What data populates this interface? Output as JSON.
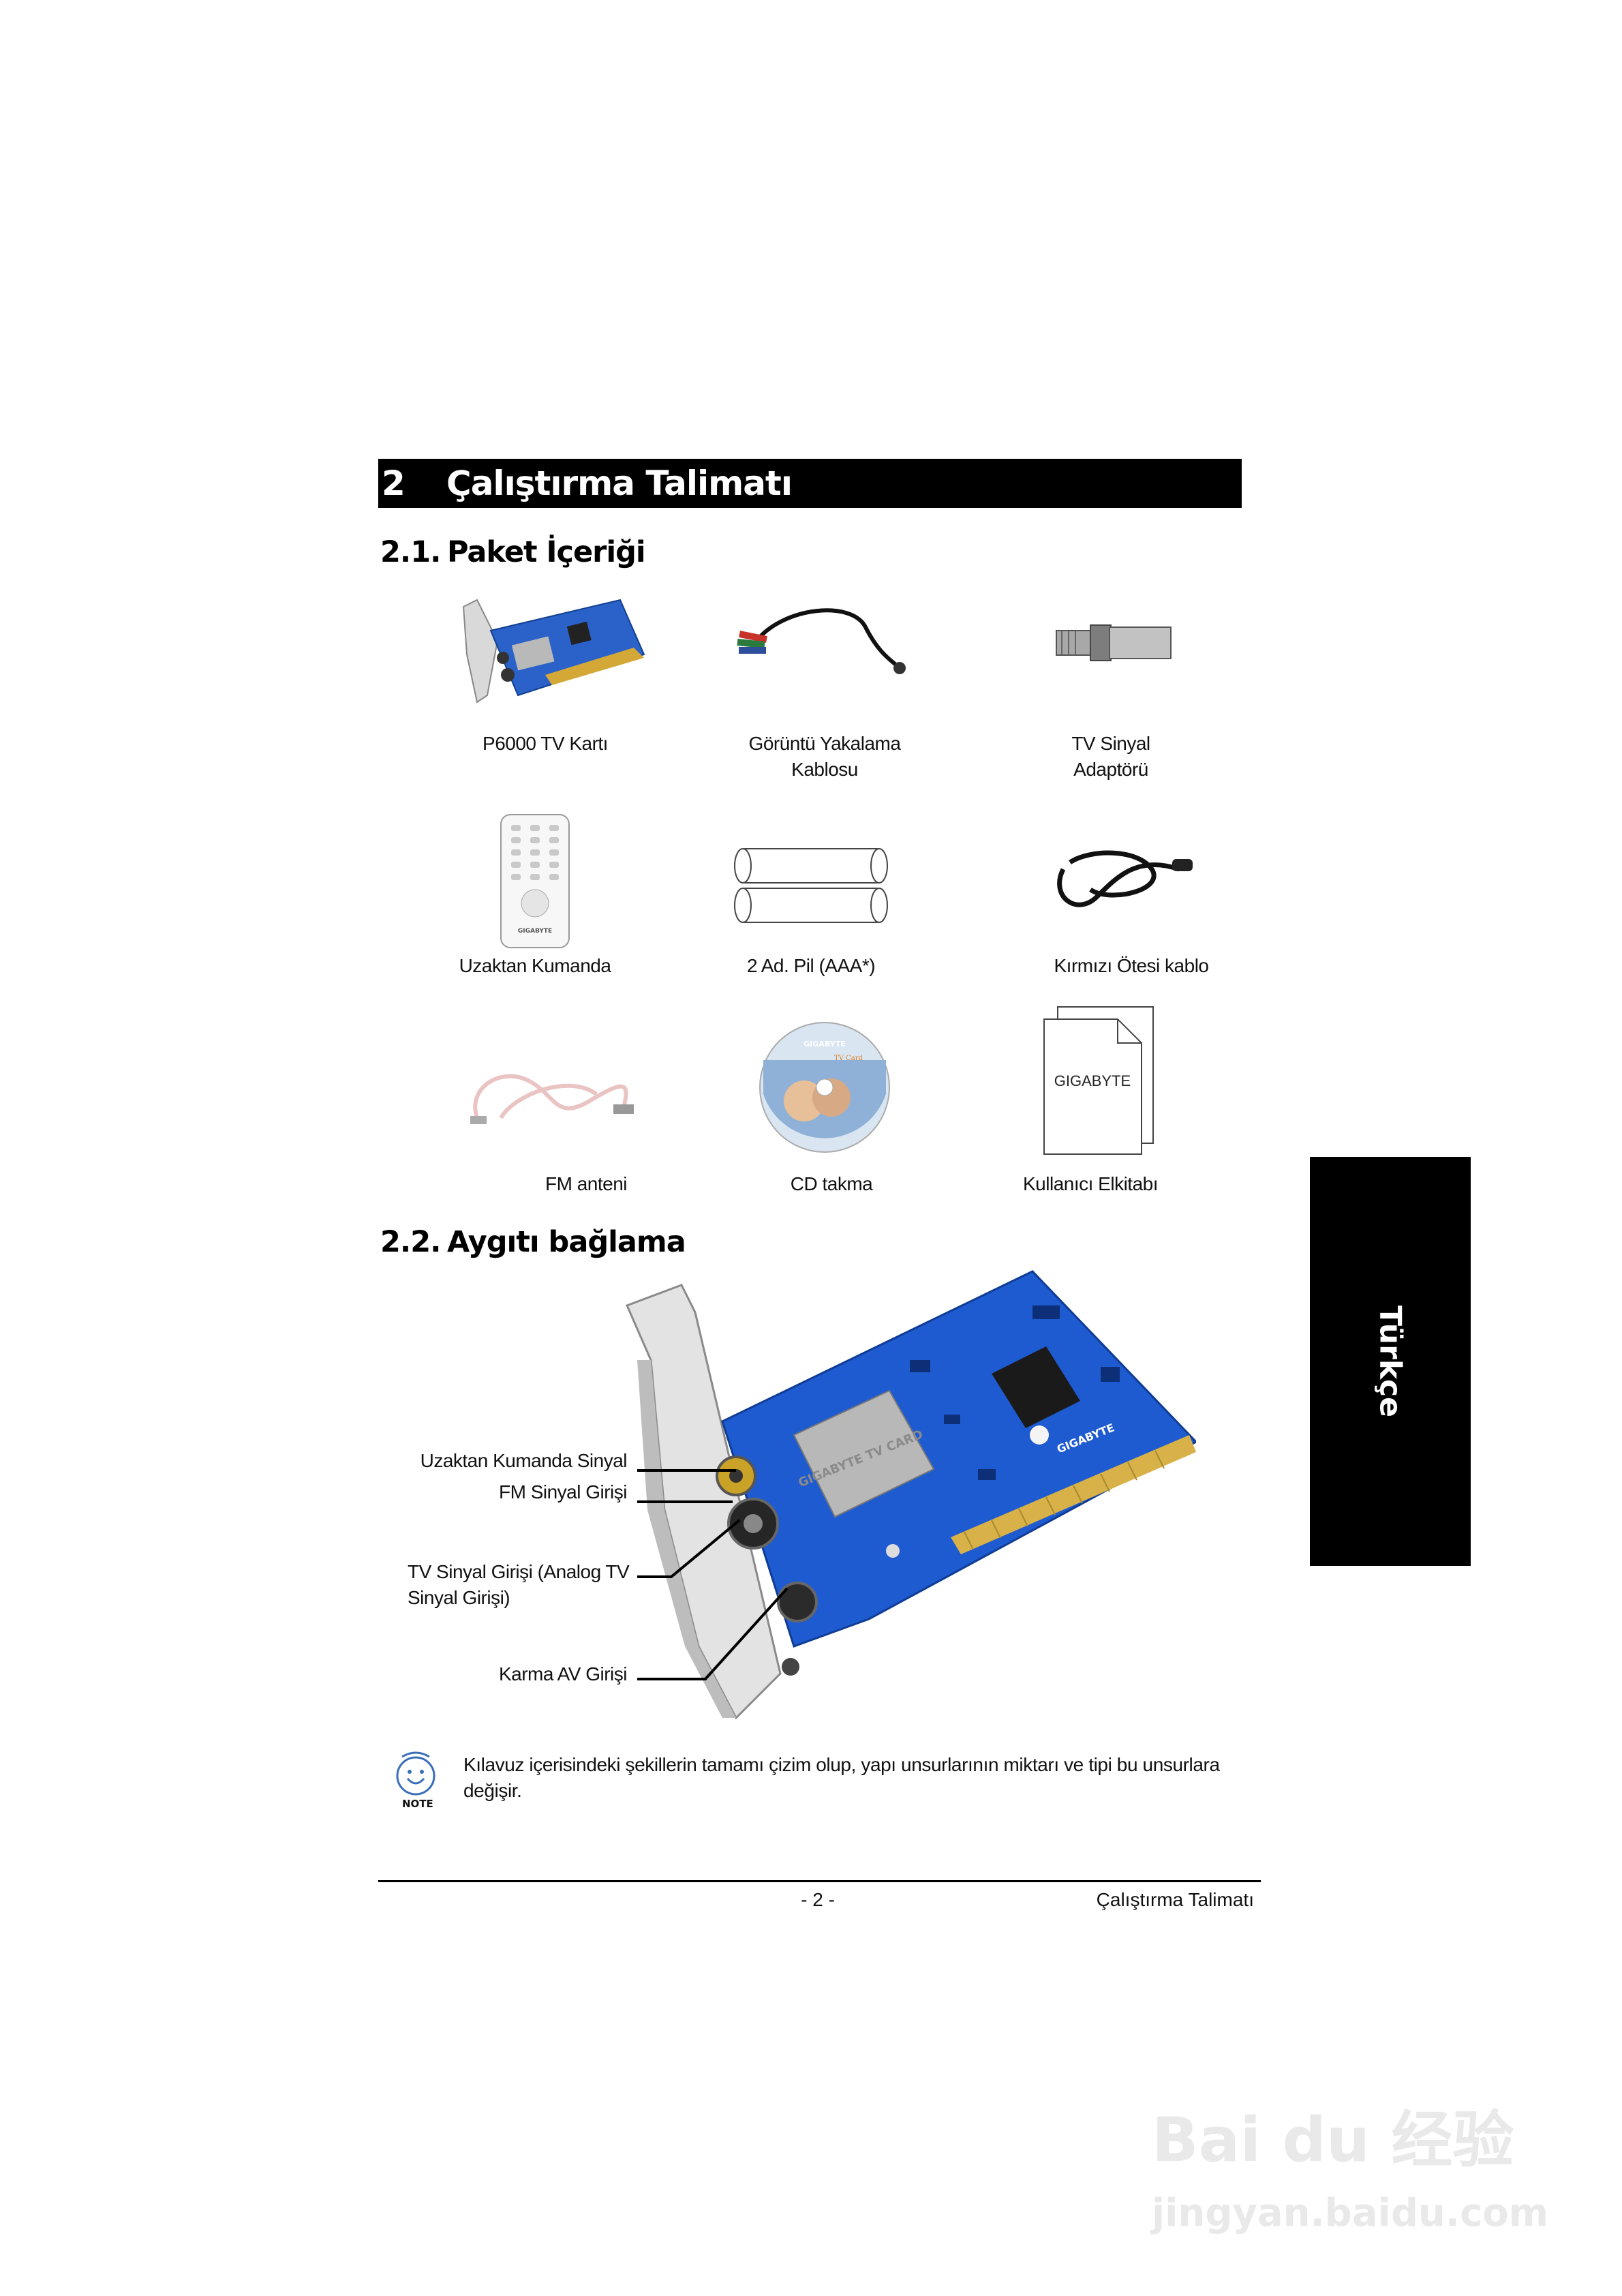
{
  "chapter": {
    "number": "2",
    "title": "Çalıştırma Talimatı"
  },
  "section1": {
    "number": "2.1.",
    "title": "Paket İçeriği"
  },
  "section2": {
    "number": "2.2.",
    "title": "Aygıtı bağlama"
  },
  "items": [
    {
      "line1": "P6000 TV Kartı",
      "line2": ""
    },
    {
      "line1": "Görüntü Yakalama",
      "line2": "Kablosu"
    },
    {
      "line1": "TV Sinyal",
      "line2": "Adaptörü"
    },
    {
      "line1": "Uzaktan Kumanda",
      "line2": ""
    },
    {
      "line1": "2 Ad. Pil (AAA*)",
      "line2": ""
    },
    {
      "line1": "Kırmızı Ötesi kablo",
      "line2": ""
    },
    {
      "line1": "FM anteni",
      "line2": ""
    },
    {
      "line1": "CD takma",
      "line2": ""
    },
    {
      "line1": "Kullanıcı Elkitabı",
      "line2": ""
    }
  ],
  "image_text": {
    "manual_brand": "GIGABYTE",
    "remote_brand": "GIGABYTE",
    "cd_brand": "GIGABYTE",
    "cd_title": "TV Card",
    "card_shield": "GIGABYTE TV CARD",
    "card_brand": "GIGABYTE"
  },
  "connectors": [
    "Uzaktan Kumanda Sinyal",
    "FM Sinyal Girişi",
    "TV Sinyal Girişi (Analog TV Sinyal Girişi)",
    "Karma AV Girişi"
  ],
  "note": {
    "icon_label": "NOTE",
    "text": "Kılavuz içerisindeki şekillerin tamamı çizim olup, yapı unsurlarının miktarı ve tipi bu unsurlara değişir."
  },
  "side_tab": "Türkçe",
  "footer": {
    "page": "- 2 -",
    "title": "Çalıştırma Talimatı"
  },
  "watermark": {
    "line1": "Bai du 经验",
    "line2": "jingyan.baidu.com"
  }
}
